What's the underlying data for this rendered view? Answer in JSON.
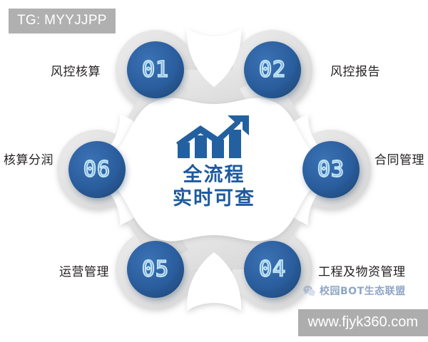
{
  "tag": {
    "text": "TG: MYYJJPP"
  },
  "center": {
    "icon": "growth-chart-icon",
    "line1": "全流程",
    "line2": "实时可查"
  },
  "colors": {
    "node_blue": "#2b5e9e",
    "ring_gray": "#e2e2e2",
    "number_outline": "#bfe3f5",
    "center_blue": "#1d5a9e",
    "label_text": "#231f20",
    "tag_gray": "#b0b0b0",
    "url_gray": "#adadad"
  },
  "nodes": [
    {
      "number": "01",
      "label": "风控核算",
      "side": "left"
    },
    {
      "number": "02",
      "label": "风控报告",
      "side": "right"
    },
    {
      "number": "03",
      "label": "合同管理",
      "side": "right"
    },
    {
      "number": "04",
      "label": "工程及物资管理",
      "side": "right"
    },
    {
      "number": "05",
      "label": "运营管理",
      "side": "left"
    },
    {
      "number": "06",
      "label": "核算分润",
      "side": "left"
    }
  ],
  "watermark": {
    "icon": "wechat-icon",
    "text": "校园BOT生态联盟"
  },
  "urlbar": {
    "text": "www.fjyk360.com"
  }
}
